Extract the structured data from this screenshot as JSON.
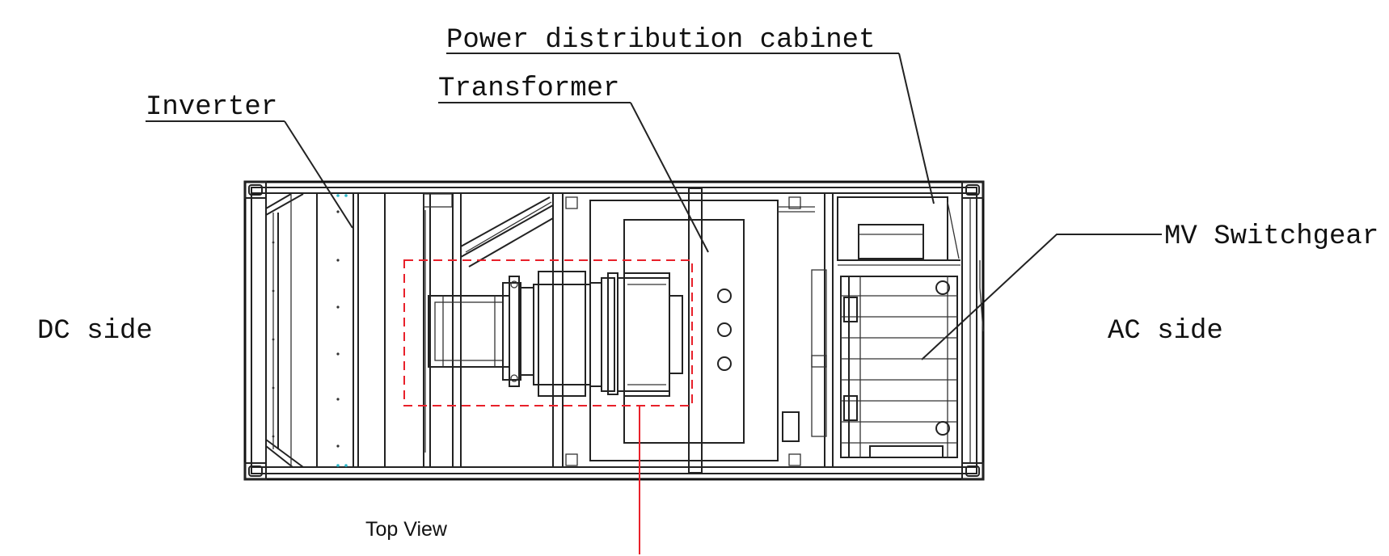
{
  "labels": {
    "power_distribution_cabinet": "Power distribution cabinet",
    "transformer": "Transformer",
    "inverter": "Inverter",
    "mv_switchgear": "MV Switchgear",
    "dc_side": "DC side",
    "ac_side": "AC side",
    "top_view": "Top View"
  },
  "colors": {
    "line": "#222222",
    "highlight": "#e8202a",
    "accent_dot": "#2bb7c9"
  }
}
